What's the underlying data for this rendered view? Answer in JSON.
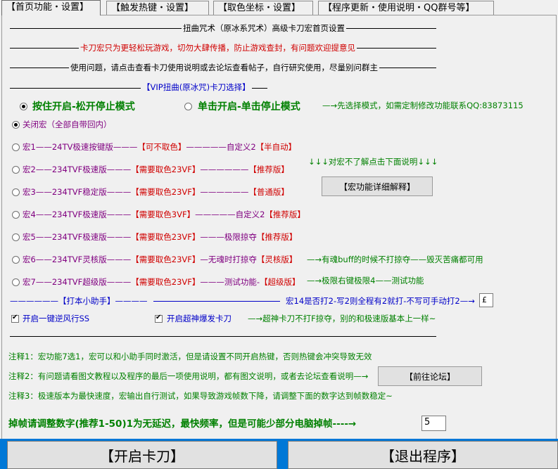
{
  "tabs": [
    "【首页功能・设置】",
    "【触发热键・设置】",
    "【取色坐标・设置】",
    "【程序更新・使用说明・QQ群号等】"
  ],
  "header": {
    "line1": "扭曲咒术（原冰系咒术）高级卡刀宏首页设置",
    "line2": "卡刀宏只为更轻松玩游戏，切勿大肆传播，防止游戏查封，有问题欢迎提意见",
    "line3": "使用问题，请点击查看卡刀使用说明或去论坛查看帖子，自行研究使用，尽量别问群主",
    "vip": "【VIP扭曲(原冰咒)卡刀选择】"
  },
  "mode": {
    "hold": "按住开启-松开停止模式",
    "click": "单击开启-单击停止模式",
    "hint": "—→先选择模式，如需定制修改功能联系QQ:83873115"
  },
  "macros": {
    "off": "关闭宏（全部自带回内）",
    "m1": {
      "a": "宏1——24TV极速按键版———",
      "b": "【可不取色】",
      "c": "—————自定义2",
      "d": "【半自动】"
    },
    "m2": {
      "a": "宏2——234TVF极速版———",
      "b": "【需要取色23VF】",
      "c": "——————",
      "d": "【推荐版】"
    },
    "m3": {
      "a": "宏3——234TVF稳定版———",
      "b": "【需要取色23VF】",
      "c": "——————",
      "d": "【普通版】"
    },
    "m4": {
      "a": "宏4——234TVF极速版———",
      "b": "【需要取色3VF】",
      "c": "—————自定义2",
      "d": "【推荐版】"
    },
    "m5": {
      "a": "宏5——234TVF极速版———",
      "b": "【需要取色23VF】",
      "c": "———极限掠夺",
      "d": "【推荐版】"
    },
    "m6": {
      "a": "宏6——234TVF灵核版———",
      "b": "【需要取色23VF】",
      "c": "—无魂时打掠夺",
      "d": "【灵核版】"
    },
    "m7": {
      "a": "宏7——234TVF超级版———",
      "b": "【需要取色23VF】",
      "c": "———测试功能-",
      "d": "【超级版】"
    }
  },
  "side": {
    "arrows": "↓↓↓对宏不了解点击下面说明↓↓↓",
    "explain_btn": "【宏功能详细解释】",
    "note6": "—→有魂buff的时候不打掠夺——毁灭苦痛都可用",
    "note7": "—→极限右键极限4——测试功能"
  },
  "helper": {
    "title": "——————【打本小助手】————",
    "q14": "宏14是否打2-写2则全程有2就打-不写可手动打2—→",
    "q14_value": "£",
    "chk1": "开启一键逆风行SS",
    "chk2": "开启超神爆发卡刀",
    "chk2_note": "—→超神卡刀不打F掠夺，别的和极速版基本上一样~"
  },
  "notes": {
    "n1": "注释1：宏功能7选1，宏可以和小助手同时激活，但是请设置不同开启热键，否则热键会冲突导致无效",
    "n2": "注释2：有问题请看图文教程以及程序的最后一项使用说明，都有图文说明，或者去论坛查看说明—→",
    "forum_btn": "【前往论坛】",
    "n3": "注释3：极速版本为最快速度，宏输出自行测试，如果导致游戏帧数下降，请调整下面的数字达到帧数稳定~"
  },
  "frame": {
    "label": "掉帧请调整数字(推荐1-50)1为无延迟，最快频率，但是可能少部分电脑掉帧----→",
    "value": "5"
  },
  "buttons": {
    "start": "【开启卡刀】",
    "exit": "【退出程序】"
  }
}
